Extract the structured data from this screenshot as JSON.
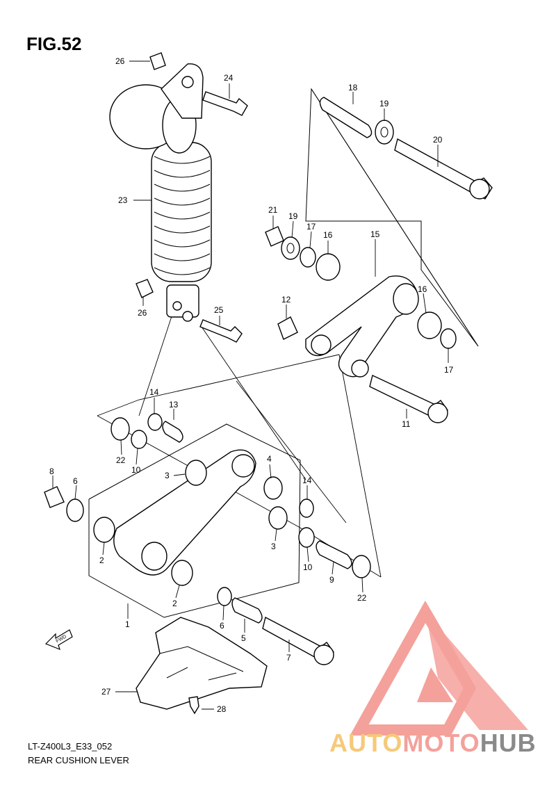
{
  "figure": {
    "title": "FIG.52"
  },
  "footer": {
    "code": "LT-Z400L3_E33_052",
    "title": "REAR CUSHION LEVER"
  },
  "watermark": {
    "part_a": "AUTO",
    "part_b": "MOTO",
    "part_c": "HUB",
    "colors": {
      "auto": "#f6c97a",
      "moto": "#f4a19b",
      "hub": "#8a8a8a",
      "logo": "#f4a19b"
    }
  },
  "direction_arrow": {
    "label": "FWD"
  },
  "callouts": [
    "26",
    "24",
    "18",
    "19",
    "20",
    "23",
    "21",
    "19",
    "17",
    "16",
    "15",
    "16",
    "17",
    "26",
    "25",
    "12",
    "11",
    "14",
    "13",
    "22",
    "10",
    "4",
    "14",
    "8",
    "6",
    "3",
    "2",
    "3",
    "10",
    "9",
    "22",
    "2",
    "1",
    "6",
    "5",
    "7",
    "27",
    "28"
  ]
}
